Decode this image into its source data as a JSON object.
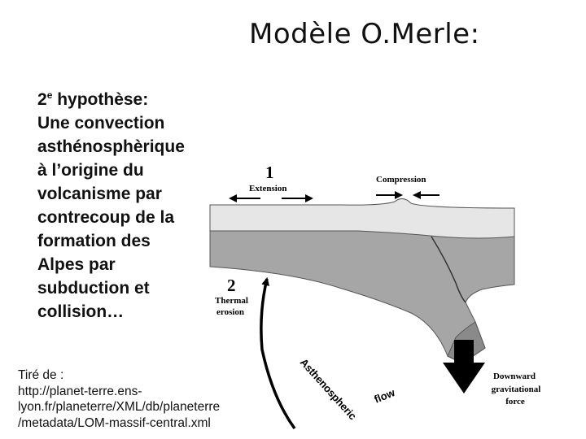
{
  "slide": {
    "title": "Modèle O.Merle:",
    "hypothesis": {
      "ordinal_number": "2",
      "ordinal_suffix": "e",
      "first_line_rest": " hypothèse:",
      "lines": [
        "Une convection",
        "asthénosphèrique",
        "à l’origine du",
        "volcanisme par",
        "contrecoup de la",
        "formation des",
        "Alpes par",
        "subduction et",
        "collision…"
      ]
    },
    "credit_lines": [
      "Tiré de :",
      "http://planet-terre.ens-",
      "lyon.fr/planeterre/XML/db/planeterre",
      "/metadata/LOM-massif-central.xml"
    ]
  },
  "diagram": {
    "labels": {
      "step1": "1",
      "extension": "Extension",
      "compression": "Compression",
      "step2": "2",
      "thermal_line1": "Thermal",
      "thermal_line2": "erosion",
      "asthenospheric": "Asthenospheric",
      "flow": "flow",
      "force_line1": "Downward",
      "force_line2": "gravitational",
      "force_line3": "force"
    },
    "colors": {
      "crust": "#e6e6e6",
      "lithosphere": "#a6a6a6",
      "slab_dark": "#8a8a8a",
      "outline": "#444444",
      "arrow": "#000000"
    }
  }
}
